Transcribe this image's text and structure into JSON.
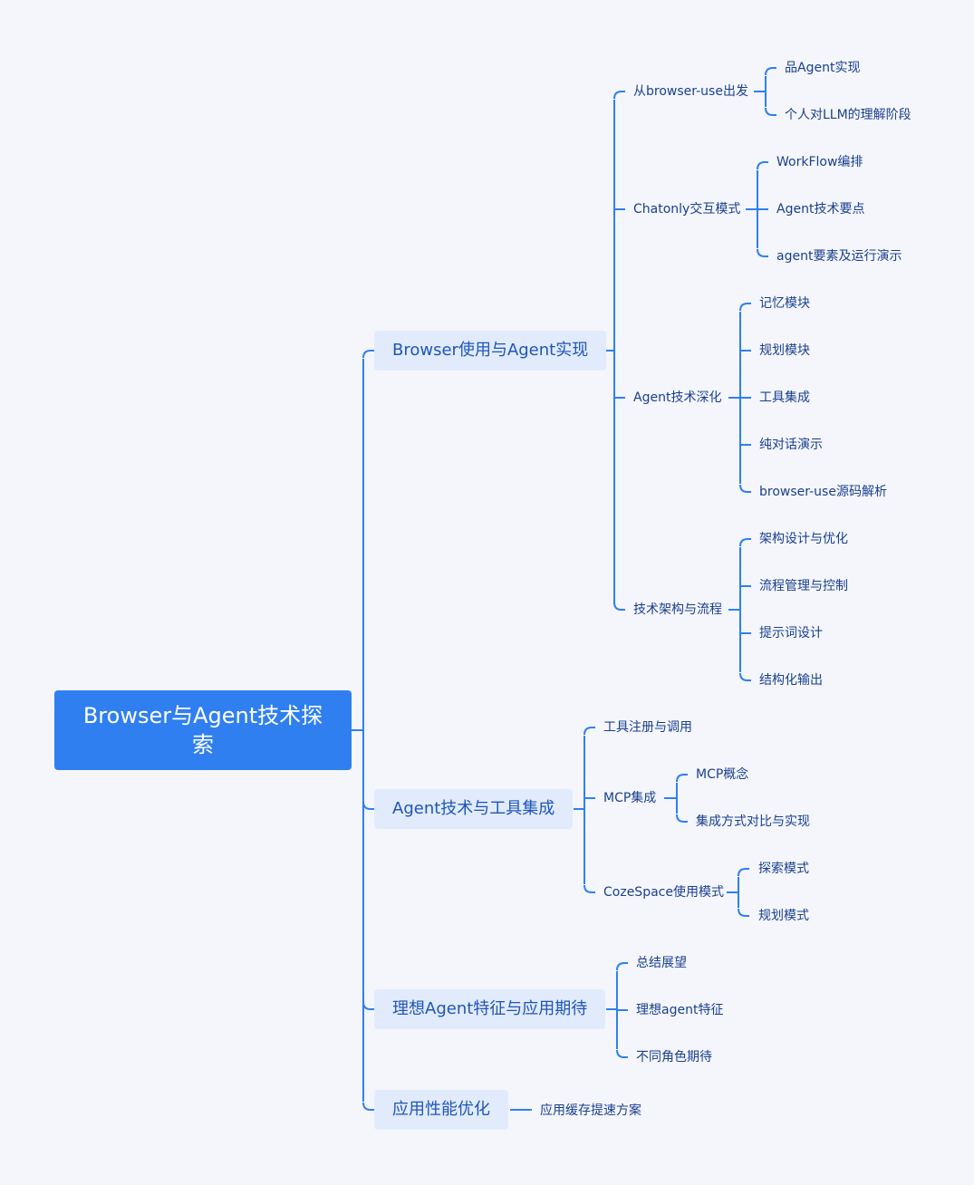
{
  "mindmap": {
    "root": "Browser与Agent技术探索",
    "branches": [
      {
        "label": "Browser使用与Agent实现",
        "children": [
          {
            "label": "从browser-use出发",
            "children": [
              "品Agent实现",
              "个人对LLM的理解阶段"
            ]
          },
          {
            "label": "Chatonly交互模式",
            "children": [
              "WorkFlow编排",
              "Agent技术要点",
              "agent要素及运行演示"
            ]
          },
          {
            "label": "Agent技术深化",
            "children": [
              "记忆模块",
              "规划模块",
              "工具集成",
              "纯对话演示",
              "browser-use源码解析"
            ]
          },
          {
            "label": "技术架构与流程",
            "children": [
              "架构设计与优化",
              "流程管理与控制",
              "提示词设计",
              "结构化输出"
            ]
          }
        ]
      },
      {
        "label": "Agent技术与工具集成",
        "children": [
          {
            "label": "工具注册与调用",
            "children": []
          },
          {
            "label": "MCP集成",
            "children": [
              "MCP概念",
              "集成方式对比与实现"
            ]
          },
          {
            "label": "CozeSpace使用模式",
            "children": [
              "探索模式",
              "规划模式"
            ]
          }
        ]
      },
      {
        "label": "理想Agent特征与应用期待",
        "children": [
          {
            "label": "总结展望",
            "children": []
          },
          {
            "label": "理想agent特征",
            "children": []
          },
          {
            "label": "不同角色期待",
            "children": []
          }
        ]
      },
      {
        "label": "应用性能优化",
        "children": [
          {
            "label": "应用缓存提速方案",
            "children": []
          }
        ]
      }
    ]
  },
  "colors": {
    "background": "#f4f6fc",
    "root_fill": "#2f7ff0",
    "branch_fill": "#e1ebfc",
    "connector": "#2f7ff0",
    "text": "#1a3f8c"
  }
}
